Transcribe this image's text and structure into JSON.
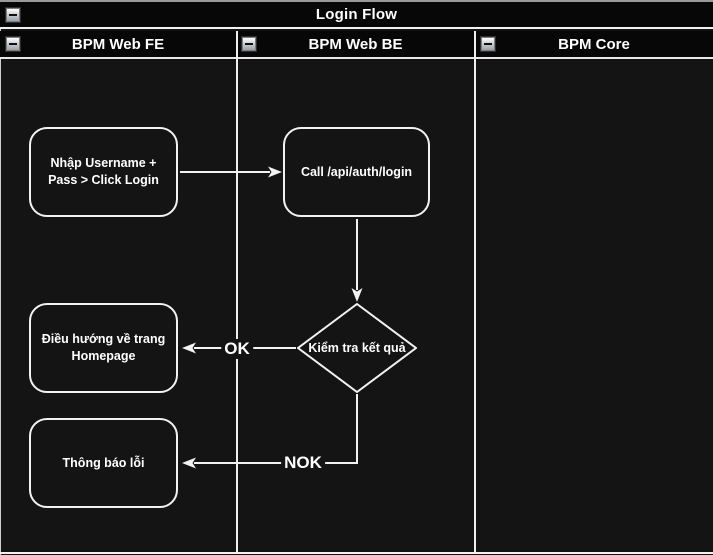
{
  "pool": {
    "title": "Login Flow",
    "lanes": [
      {
        "label": "BPM Web FE"
      },
      {
        "label": "BPM Web BE"
      },
      {
        "label": "BPM Core"
      }
    ]
  },
  "nodes": {
    "enter_credentials": {
      "label": "Nhập Username + Pass > Click Login",
      "type": "rounded-task"
    },
    "call_api": {
      "label": "Call /api/auth/login",
      "type": "rounded-task"
    },
    "check_result": {
      "label": "Kiểm tra kết quả",
      "type": "decision-diamond"
    },
    "redirect_homepage": {
      "label": "Điều hướng về trang Homepage",
      "type": "rounded-task"
    },
    "error_message": {
      "label": "Thông báo lỗi",
      "type": "rounded-task"
    }
  },
  "edges": {
    "ok_label": "OK",
    "nok_label": "NOK"
  },
  "icons": {
    "collapse": "minus-square-icon"
  },
  "colors": {
    "canvas_bg": "#141414",
    "band_bg": "#070707",
    "stroke": "#f2f2f2",
    "text": "#ffffff",
    "top_edge": "#9a9a9a"
  }
}
